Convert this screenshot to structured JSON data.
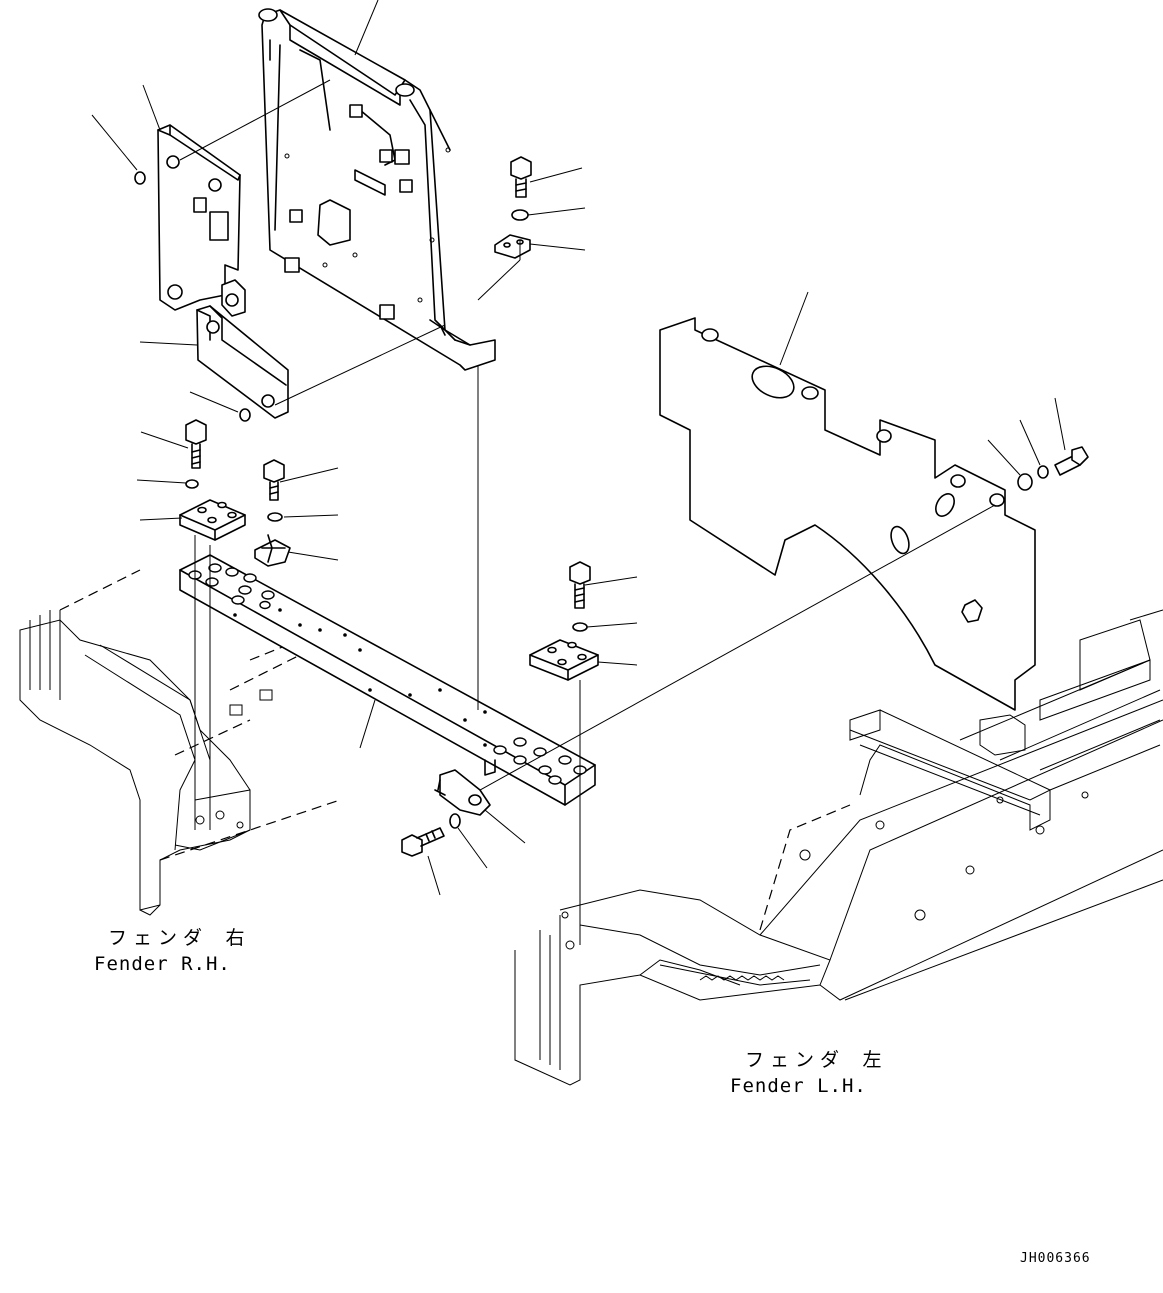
{
  "labels": {
    "fender_rh_jp": "フェンダ 右",
    "fender_rh_en": "Fender R.H.",
    "fender_lh_jp": "フェンダ 左",
    "fender_lh_en": "Fender L.H.",
    "drawing_code": "JH006366"
  }
}
